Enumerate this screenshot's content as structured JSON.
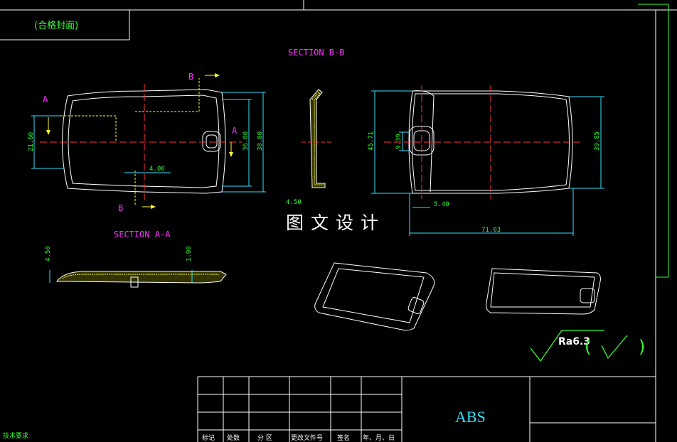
{
  "title_block_top": "(合格封面)",
  "section_labels": {
    "section_bb": "SECTION B-B",
    "section_aa": "SECTION A-A",
    "a": "A",
    "b": "B"
  },
  "dimensions": {
    "d21_60": "21.60",
    "d36_00": "36.00",
    "d38_80": "38.80",
    "d4_00": "4.00",
    "d4_50_top": "4.50",
    "d45_71": "45.71",
    "d9_39": "9.39",
    "d39_85": "39.85",
    "d5_40": "5.40",
    "d71_03": "71.03",
    "d4_50_aa": "4.50",
    "d1_00": "1.00"
  },
  "watermark": "图文设计",
  "roughness": "Ra6.3",
  "material": "ABS",
  "tech_req": "技术要求",
  "title_table_headers": [
    "标记",
    "处数",
    "分 区",
    "更改文件号",
    "签名",
    "年、月、日"
  ]
}
